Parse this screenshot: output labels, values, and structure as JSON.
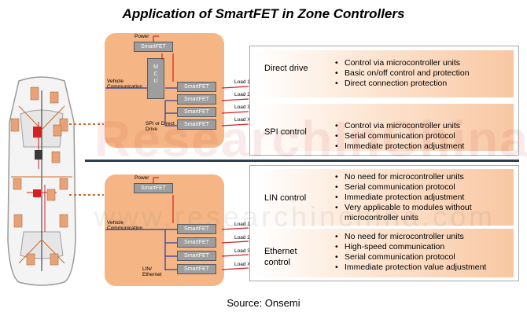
{
  "title": "Application of SmartFET in Zone Controllers",
  "source": "Source: Onsemi",
  "watermark": {
    "line1": "ResearchInChina",
    "line2": "www.researchinchina.com"
  },
  "top_panel": {
    "power": "Power",
    "smartfet": "SmartFET",
    "vehicle_comm": "Vehicle Communication",
    "mcu": [
      "M",
      "C",
      "U"
    ],
    "bottom_label": "SPI or Direct Drive",
    "loads": [
      "Load 1",
      "Load 2",
      "Load 3",
      "Load X"
    ]
  },
  "bottom_panel": {
    "power": "Power",
    "smartfet": "SmartFET",
    "vehicle_comm": "Vehicle Communication",
    "bottom_label": "LIN/ Ethernet",
    "loads": [
      "Load 1",
      "Load 2",
      "Load 3",
      "Load X"
    ]
  },
  "rows": [
    {
      "name": "Direct drive",
      "items": [
        "Control via microcontroller units",
        "Basic on/off control and protection",
        "Direct connection protection"
      ]
    },
    {
      "name": "SPI control",
      "items": [
        "Control via microcontroller units",
        "Serial communication protocol",
        "Immediate protection adjustment"
      ]
    },
    {
      "name": "LIN control",
      "items": [
        "No need for microcontroller units",
        "Serial communication protocol",
        "Immediate protection adjustment",
        "Very applicable to modules without microcontroller units"
      ]
    },
    {
      "name": "Ethernet control",
      "items": [
        "No need for microcontroller units",
        "High-speed communication",
        "Serial communication protocol",
        "Immediate protection value adjustment"
      ]
    }
  ],
  "colors": {
    "panel": "#f5b585",
    "divider": "#2e4050",
    "wire_red": "#d42020",
    "wire_blue": "#2040a0",
    "box_grey": "#9e9e9e"
  }
}
